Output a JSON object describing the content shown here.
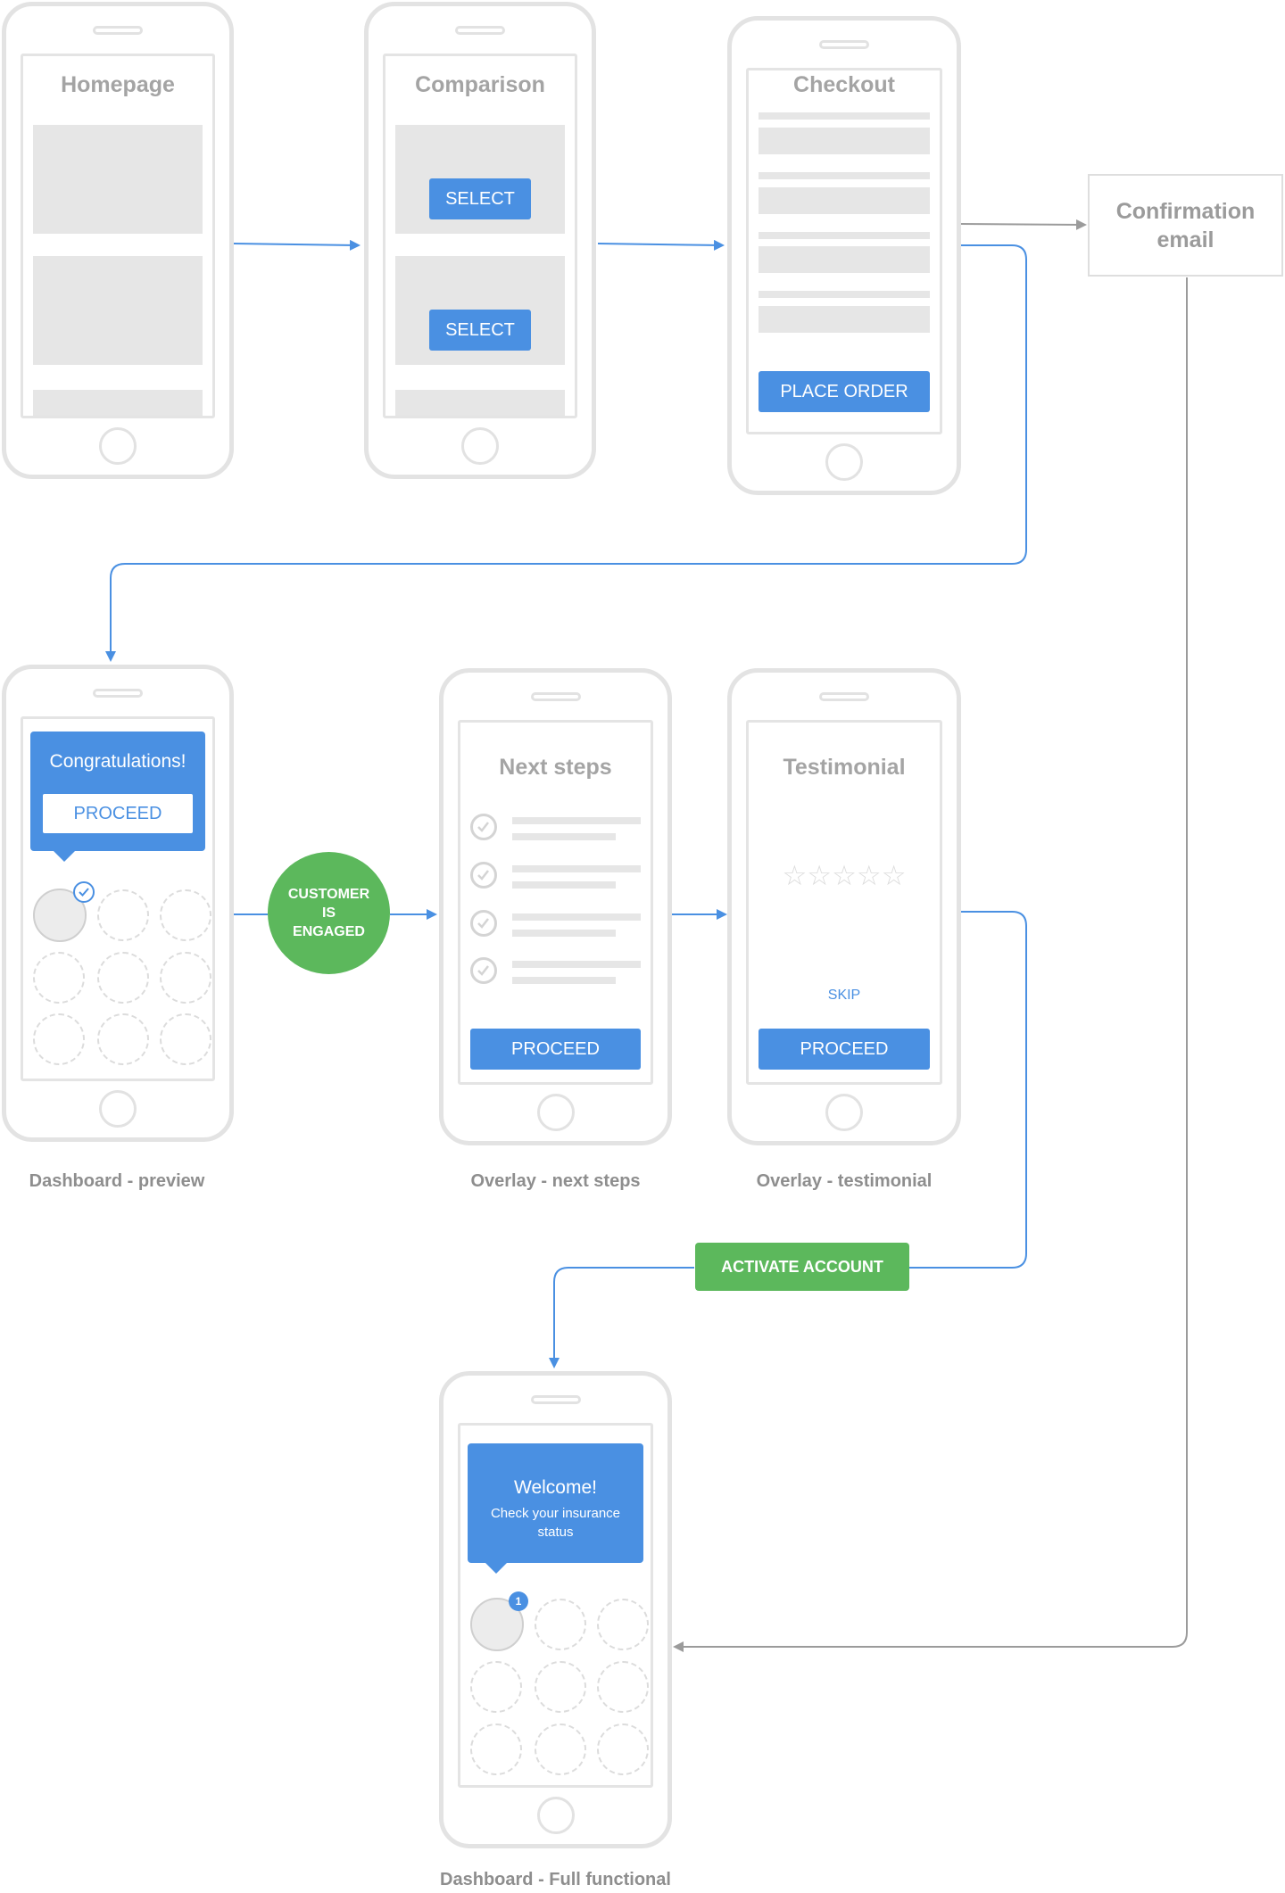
{
  "screens": {
    "homepage": {
      "title": "Homepage"
    },
    "comparison": {
      "title": "Comparison",
      "select_label": "SELECT"
    },
    "checkout": {
      "title": "Checkout",
      "place_order_label": "PLACE ORDER"
    },
    "confirmation": {
      "title": "Confirmation email"
    },
    "dashboard_preview": {
      "popup_title": "Congratulations!",
      "popup_button": "PROCEED",
      "caption": "Dashboard - preview"
    },
    "next_steps": {
      "title": "Next steps",
      "proceed_label": "PROCEED",
      "caption": "Overlay - next steps"
    },
    "testimonial": {
      "title": "Testimonial",
      "skip_label": "SKIP",
      "proceed_label": "PROCEED",
      "caption": "Overlay - testimonial"
    },
    "dashboard_full": {
      "popup_title": "Welcome!",
      "popup_text": "Check your insurance status",
      "badge": "1",
      "caption": "Dashboard - Full functional"
    }
  },
  "events": {
    "customer_engaged": "CUSTOMER IS ENGAGED",
    "activate_account": "ACTIVATE ACCOUNT"
  },
  "colors": {
    "accent": "#4a90e2",
    "green": "#5cb85c",
    "wireframe": "#e3e3e3",
    "gray_arrow": "#9b9b9b"
  }
}
